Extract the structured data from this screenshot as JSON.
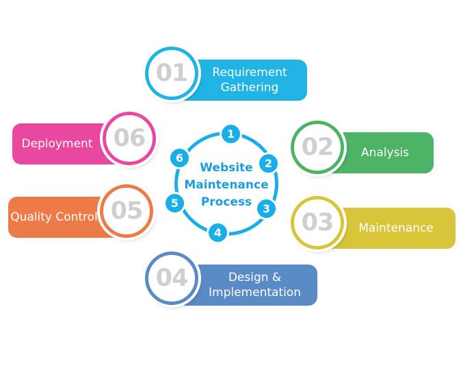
{
  "diagram": {
    "center_title": "Website\nMaintenance\nProcess",
    "center_node_numbers": [
      "1",
      "2",
      "3",
      "4",
      "5",
      "6"
    ],
    "steps": [
      {
        "number": "01",
        "label": "Requirement\nGathering",
        "color": "#1fb4e4"
      },
      {
        "number": "02",
        "label": "Analysis",
        "color": "#4db466"
      },
      {
        "number": "03",
        "label": "Maintenance",
        "color": "#d8c53a"
      },
      {
        "number": "04",
        "label": "Design &\nImplementation",
        "color": "#5a8bc4"
      },
      {
        "number": "05",
        "label": "Quality Control",
        "color": "#ee7a47"
      },
      {
        "number": "06",
        "label": "Deployment",
        "color": "#e8489f"
      }
    ],
    "hub_color": "#1aaee8"
  }
}
